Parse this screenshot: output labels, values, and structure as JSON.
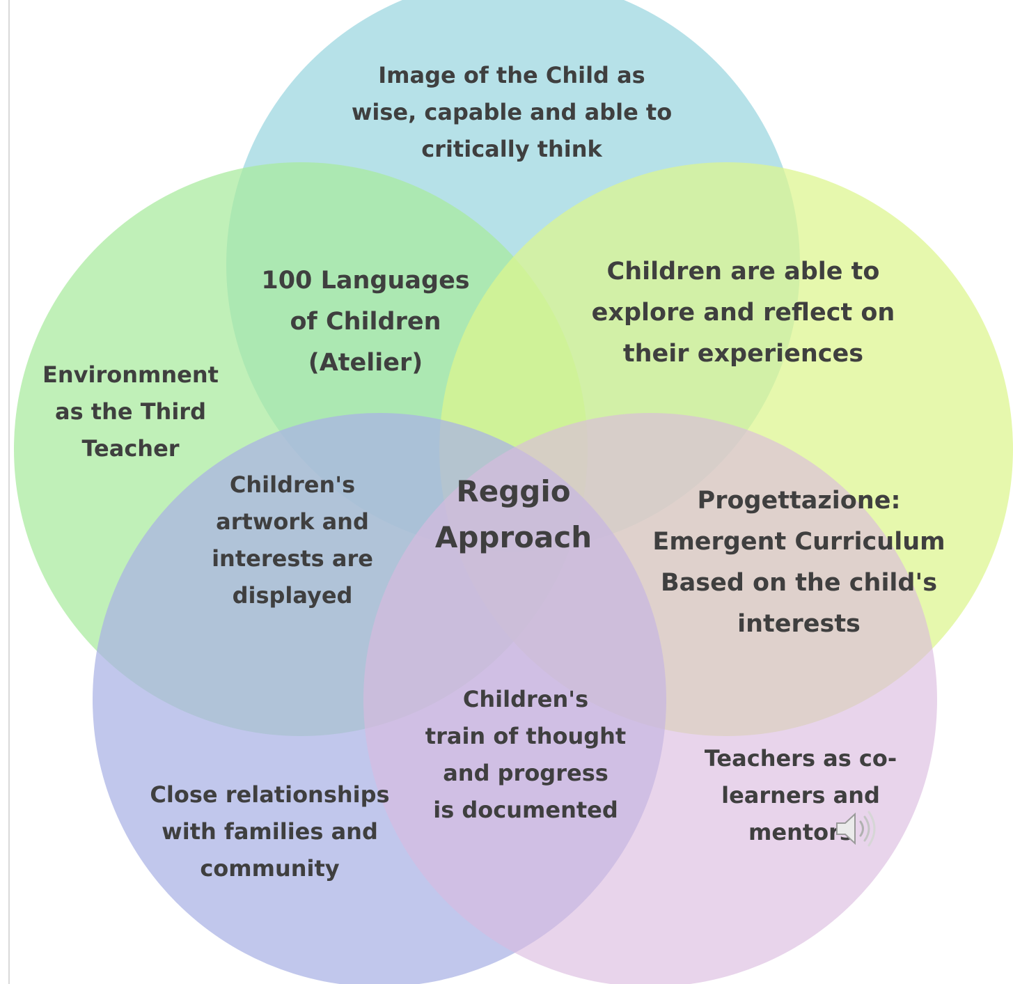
{
  "diagram": {
    "center": "Reggio\nApproach",
    "circles": [
      {
        "name": "top",
        "color": "#a6dbe3"
      },
      {
        "name": "left",
        "color": "#a7ea9d"
      },
      {
        "name": "right",
        "color": "#dcf58e"
      },
      {
        "name": "bottom-left",
        "color": "#a9b2e5"
      },
      {
        "name": "bottom-right",
        "color": "#dab9de"
      }
    ],
    "labels": {
      "image_of_child": "Image of the Child as\nwise, capable and able to\ncritically think",
      "hundred_languages": "100 Languages\nof Children\n(Atelier)",
      "explore_reflect": "Children are able to\nexplore and reflect on\ntheir experiences",
      "environment": "Environmnent\nas the Third\nTeacher",
      "artwork_displayed": "Children's\nartwork and\ninterests are\ndisplayed",
      "progettazione": "Progettazione:\nEmergent Curriculum\nBased on the child's\ninterests",
      "train_of_thought": "Children's\ntrain of thought\nand progress\nis documented",
      "close_relationships": "Close relationships\nwith families and\ncommunity",
      "teachers": "Teachers as co-\nlearners and\nmentors"
    }
  },
  "speaker_icon": "speaker-icon"
}
